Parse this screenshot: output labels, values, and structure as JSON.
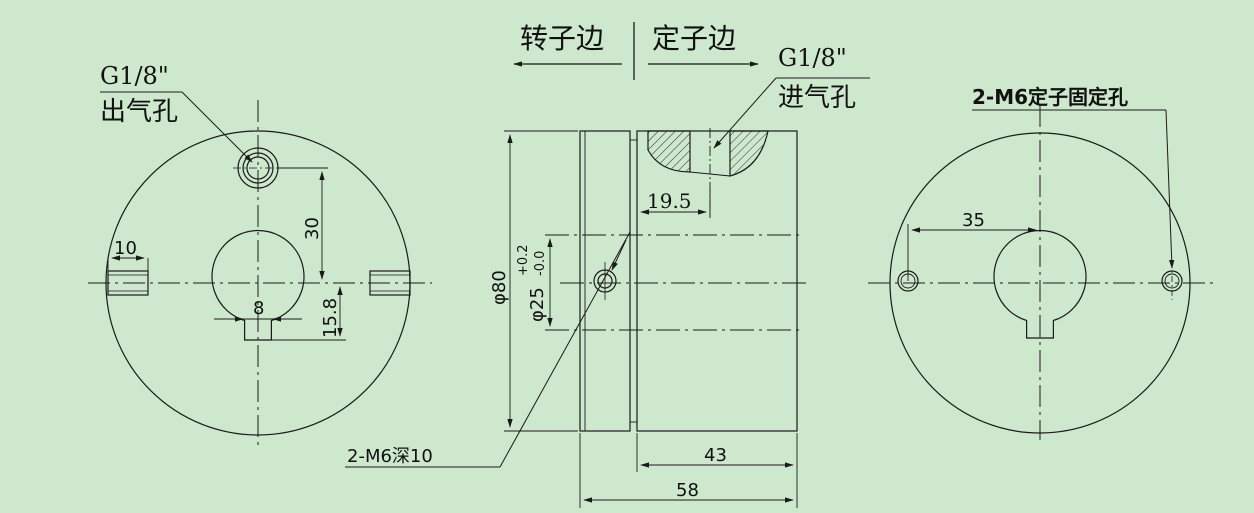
{
  "colors": {
    "background": "#cde8cd",
    "line": "#1a1a1a",
    "hatch": "#2a2a2a"
  },
  "header": {
    "rotor_side": "转子边",
    "stator_side": "定子边"
  },
  "left_view": {
    "outlet_thread": "G1/8\"",
    "outlet_label": "出气孔",
    "dim_keyway_width": "10",
    "dim_hole_offset": "30",
    "dim_key_width": "8",
    "dim_key_depth": "15.8"
  },
  "side_view": {
    "inlet_thread": "G1/8\"",
    "inlet_label": "进气孔",
    "dim_inlet_offset": "19.5",
    "dim_outer_dia": "φ80",
    "dim_bore_dia": "φ25",
    "dim_bore_tol_upper": "+0.2",
    "dim_bore_tol_lower": "-0.0",
    "note_tapped_holes": "2-M6深10",
    "dim_stator_length": "43",
    "dim_total_length": "58"
  },
  "right_view": {
    "note_fix_holes": "2-M6定子固定孔",
    "dim_hole_offset": "35"
  }
}
